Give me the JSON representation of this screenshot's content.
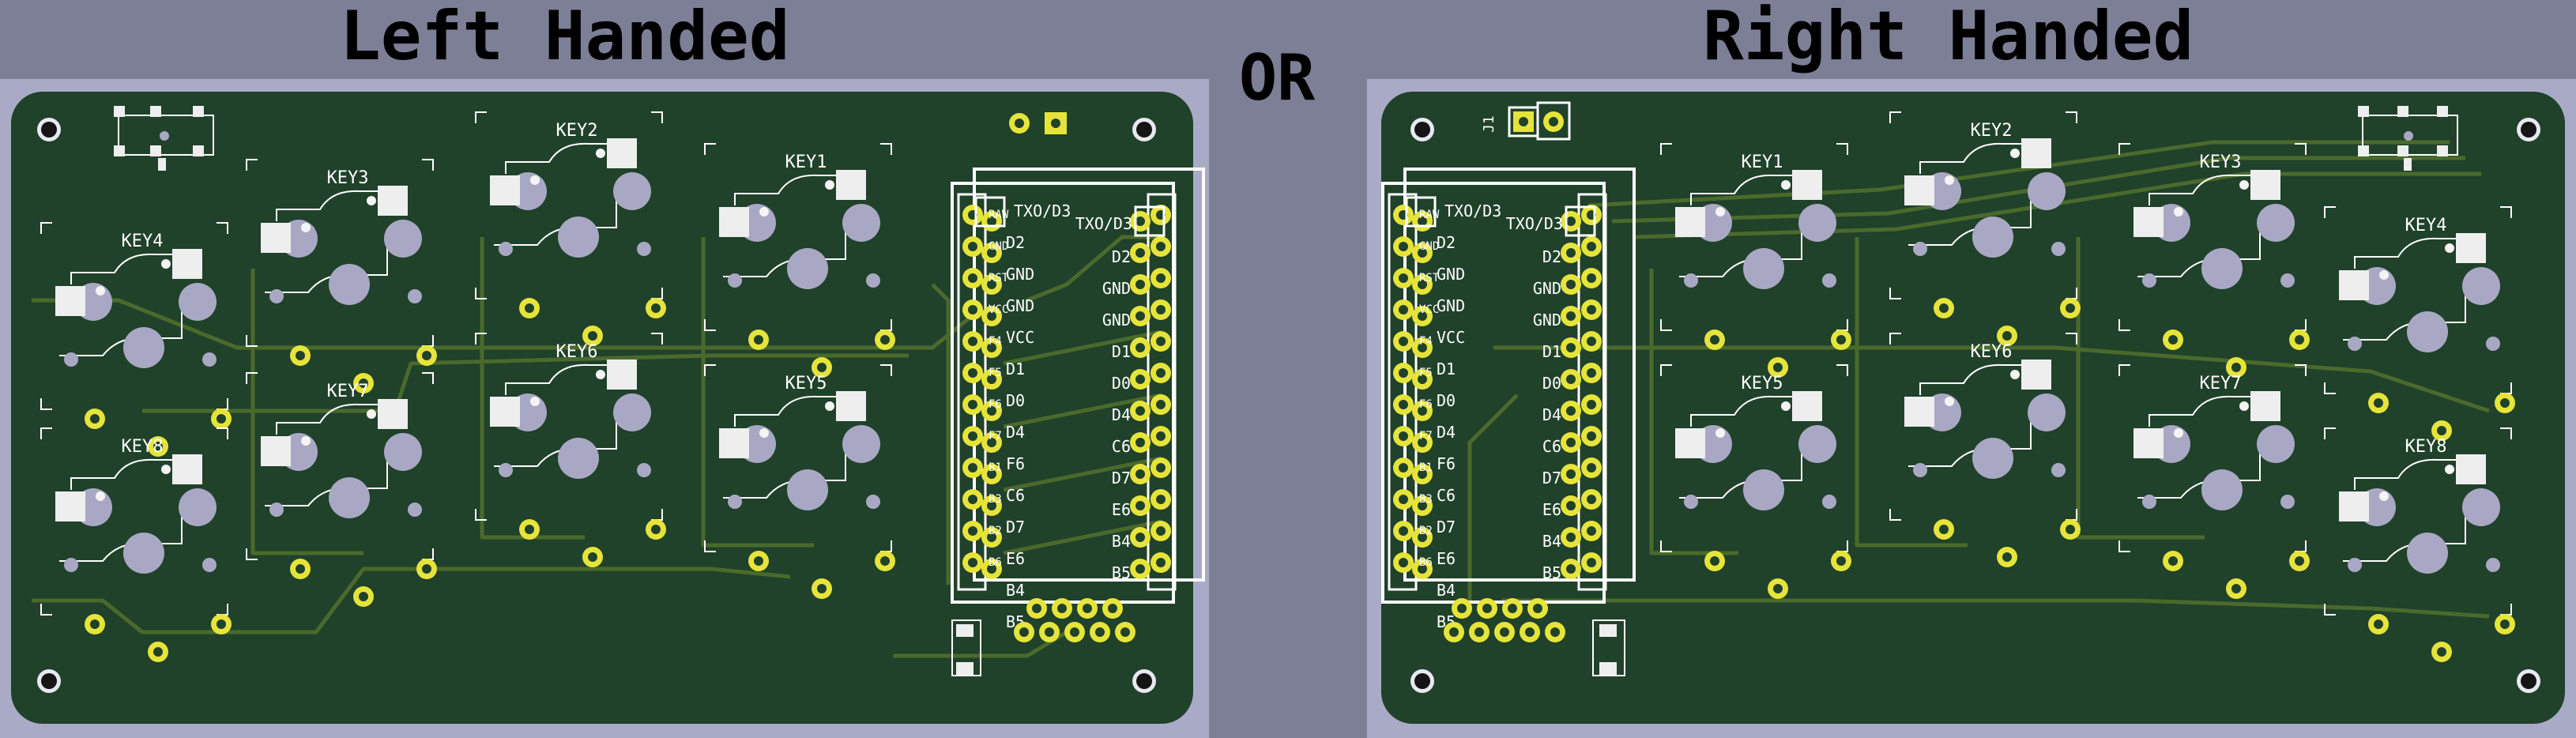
{
  "titles": {
    "left": "Left Handed",
    "or": "OR",
    "right": "Right Handed"
  },
  "colors": {
    "background": "#7c7f96",
    "board_frame": "#a9abc6",
    "board": "#20412a",
    "trace": "#4a6a2c",
    "pad_ring": "#e6e43a",
    "silk": "#ffffff",
    "hole": "#a9a8c4",
    "pad_square": "#eeeeee"
  },
  "keys": {
    "key1": "KEY1",
    "key2": "KEY2",
    "key3": "KEY3",
    "key4": "KEY4",
    "key5": "KEY5",
    "key6": "KEY6",
    "key7": "KEY7",
    "key8": "KEY8"
  },
  "connector_label": "J1",
  "mcu": {
    "header_label": "TXO/D3",
    "pins_left_col": [
      "RAW",
      "GND",
      "RST",
      "VCC",
      "F4",
      "F5",
      "F6",
      "F7",
      "B1",
      "B3",
      "B2",
      "B6"
    ],
    "pins_right_col": [
      "TXO/D3",
      "D2",
      "GND",
      "GND",
      "D1",
      "D0",
      "D4",
      "C6",
      "D7",
      "E6",
      "B4",
      "B5"
    ],
    "pins_inner_left": [
      "D2",
      "GND",
      "GND",
      "VCC",
      "D1",
      "D0",
      "D4",
      "F6",
      "C6",
      "D7",
      "E6",
      "B4",
      "B5"
    ]
  }
}
